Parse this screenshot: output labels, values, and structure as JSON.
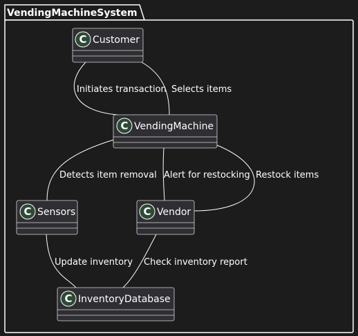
{
  "package": {
    "title": "VendingMachineSystem"
  },
  "classes": {
    "customer": {
      "name": "Customer",
      "stereotype": "C"
    },
    "vending_machine": {
      "name": "VendingMachine",
      "stereotype": "C"
    },
    "sensors": {
      "name": "Sensors",
      "stereotype": "C"
    },
    "vendor": {
      "name": "Vendor",
      "stereotype": "C"
    },
    "inventory_database": {
      "name": "InventoryDatabase",
      "stereotype": "C"
    }
  },
  "relations": {
    "initiates": {
      "from": "Customer",
      "to": "VendingMachine",
      "label": "Initiates transaction"
    },
    "selects": {
      "from": "Customer",
      "to": "VendingMachine",
      "label": "Selects items"
    },
    "detects": {
      "from": "VendingMachine",
      "to": "Sensors",
      "label": "Detects item removal"
    },
    "alert": {
      "from": "VendingMachine",
      "to": "Vendor",
      "label": "Alert for restocking"
    },
    "restock": {
      "from": "VendingMachine",
      "to": "Vendor",
      "label": "Restock items"
    },
    "update": {
      "from": "Sensors",
      "to": "InventoryDatabase",
      "label": "Update inventory"
    },
    "check": {
      "from": "Vendor",
      "to": "InventoryDatabase",
      "label": "Check inventory report"
    }
  }
}
